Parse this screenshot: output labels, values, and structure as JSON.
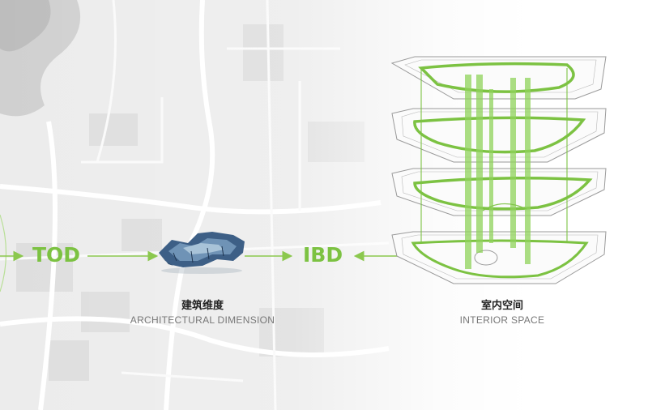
{
  "nodes": {
    "tod": {
      "label": "TOD"
    },
    "ibd": {
      "label": "IBD"
    }
  },
  "captions": {
    "architectural": {
      "cn": "建筑维度",
      "en": "ARCHITECTURAL DIMENSION"
    },
    "interior": {
      "cn": "室内空间",
      "en": "INTERIOR SPACE"
    }
  },
  "colors": {
    "accent": "#7cc242",
    "arrow": "#8bc84e",
    "map_road": "#ffffff",
    "map_block": "#d6d6d6"
  },
  "icons": {
    "building": "building-aerial-icon",
    "floors": "stacked-floor-plans-icon"
  }
}
